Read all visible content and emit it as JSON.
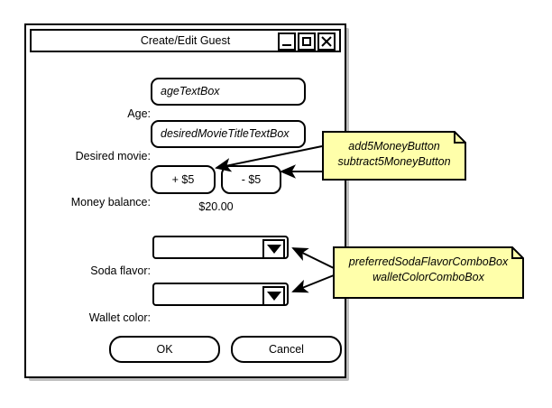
{
  "window": {
    "title": "Create/Edit Guest",
    "controls": [
      {
        "name": "minimize",
        "icon": "minimize-icon"
      },
      {
        "name": "maximize",
        "icon": "maximize-icon"
      },
      {
        "name": "close",
        "icon": "close-icon"
      }
    ]
  },
  "form": {
    "age": {
      "label": "Age:",
      "value": "ageTextBox"
    },
    "desired_movie": {
      "label": "Desired movie:",
      "value": "desiredMovieTitleTextBox"
    },
    "money_balance": {
      "label": "Money balance:",
      "add_button": "+ $5",
      "subtract_button": "- $5",
      "value": "$20.00"
    },
    "soda_flavor": {
      "label": "Soda flavor:",
      "value": ""
    },
    "wallet_color": {
      "label": "Wallet color:",
      "value": ""
    }
  },
  "buttons": {
    "ok": "OK",
    "cancel": "Cancel"
  },
  "notes": {
    "money": {
      "line1": "add5MoneyButton",
      "line2": "subtract5MoneyButton"
    },
    "combos": {
      "line1": "preferredSodaFlavorComboBox",
      "line2": "walletColorComboBox"
    }
  },
  "colors": {
    "note_fill": "#ffffaa",
    "note_stroke": "#000000",
    "window_stroke": "#000000",
    "shadow": "#bfbfbf"
  }
}
